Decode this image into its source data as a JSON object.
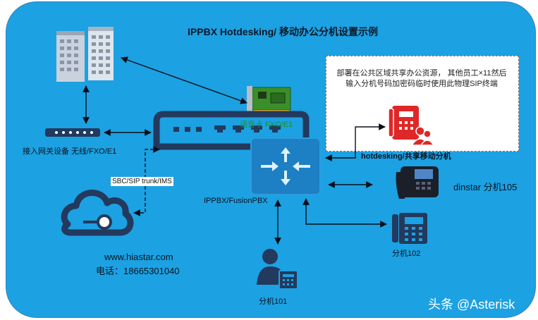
{
  "title": "IPPBX Hotdesking/ 移动办公分机设置示例",
  "note": {
    "line1": "部署在公共区域共享办公资源， 其他员工×11然后",
    "line2": "输入分机号码加密码临时使用此物理SIP终端"
  },
  "labels": {
    "voice_card": "语音卡 FXO/E1",
    "gateway": "接入网关设备 无线/FXO/E1",
    "sbc": "SBC/SIP trunk/IMS",
    "ippbx": "IPPBX/FusionPBX",
    "hotdesking": "hotdesking/共享移动分机",
    "dinstar": "dinstar 分机105",
    "ext102": "分机102",
    "ext101": "分机101",
    "website": "www.hiastar.com",
    "phone": "电话：18665301040"
  },
  "watermark": "头条 @Asterisk",
  "colors": {
    "background": "#1ca1e2",
    "device_navy": "#23395d",
    "router_blue": "#1d7fc4",
    "phone_red": "#e02727",
    "card_green": "#3a8f2a"
  },
  "icons": [
    "building-icon",
    "gateway-icon",
    "cloud-icon",
    "pci-card-icon",
    "pbx-chassis-icon",
    "router-icon",
    "red-phone-icon",
    "ip-phone-icon",
    "desk-phone-icon",
    "user-phone-icon"
  ]
}
